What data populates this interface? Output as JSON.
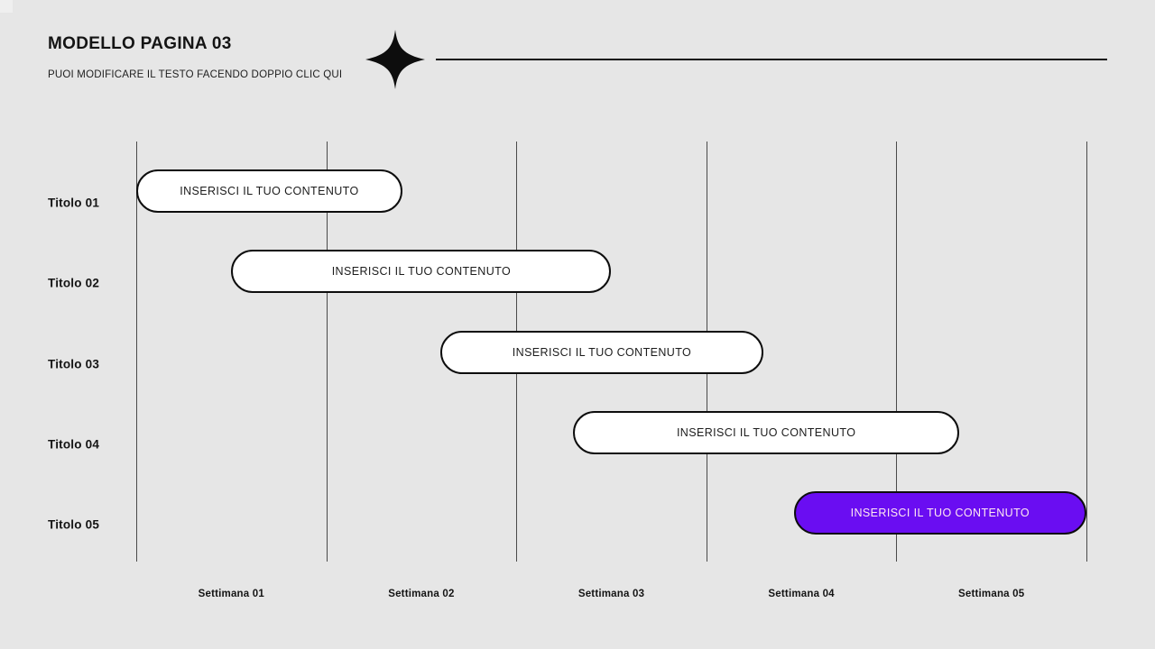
{
  "page": {
    "background": "#e6e6e6",
    "accent": "#6a0df2"
  },
  "header": {
    "title": "MODELLO PAGINA 03",
    "subtitle": "PUOI MODIFICARE IL TESTO FACENDO DOPPIO CLIC QUI",
    "sparkle_icon": "four-point-star-icon"
  },
  "chart_data": {
    "type": "bar",
    "variant": "gantt",
    "title": "",
    "grid": true,
    "legend": "none",
    "x_axis_position": "bottom",
    "columns": [
      "Settimana 01",
      "Settimana 02",
      "Settimana 03",
      "Settimana 04",
      "Settimana 05"
    ],
    "rows": [
      {
        "label": "Titolo 01",
        "bar_label": "INSERISCI IL TUO CONTENUTO",
        "start_week": 1.0,
        "end_week": 2.4,
        "fill": "#ffffff",
        "text_color": "#1c1c1c"
      },
      {
        "label": "Titolo 02",
        "bar_label": "INSERISCI IL TUO CONTENUTO",
        "start_week": 1.5,
        "end_week": 3.5,
        "fill": "#ffffff",
        "text_color": "#1c1c1c"
      },
      {
        "label": "Titolo 03",
        "bar_label": "INSERISCI IL TUO CONTENUTO",
        "start_week": 2.6,
        "end_week": 4.3,
        "fill": "#ffffff",
        "text_color": "#1c1c1c"
      },
      {
        "label": "Titolo 04",
        "bar_label": "INSERISCI IL TUO CONTENUTO",
        "start_week": 3.3,
        "end_week": 5.33,
        "fill": "#ffffff",
        "text_color": "#1c1c1c"
      },
      {
        "label": "Titolo 05",
        "bar_label": "INSERISCI IL TUO CONTENUTO",
        "start_week": 4.46,
        "end_week": 6.0,
        "fill": "#6a0df2",
        "text_color": "#ffe8f2"
      }
    ]
  }
}
